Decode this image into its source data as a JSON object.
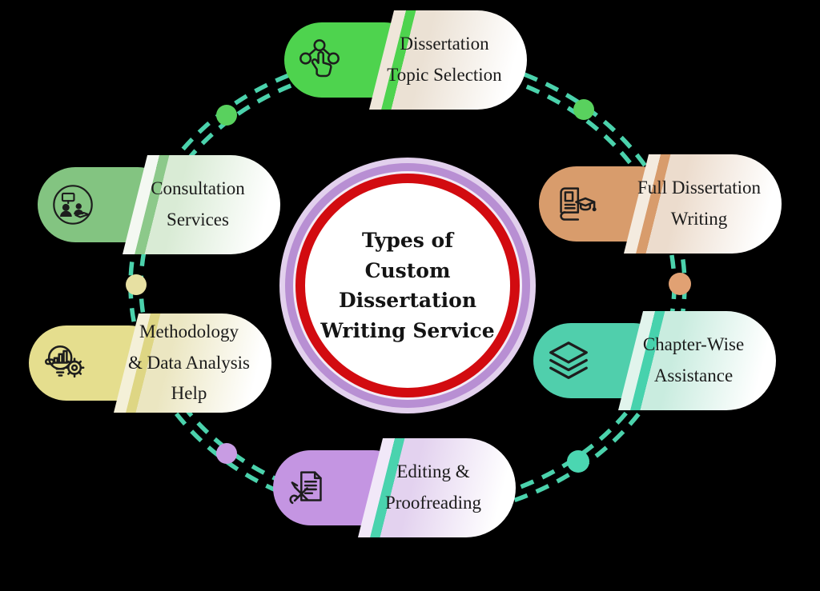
{
  "background_color": "#000000",
  "center": {
    "title_lines": [
      "Types of",
      "Custom",
      "Dissertation",
      "Writing Service"
    ],
    "rings": {
      "outer": "#e2d0ed",
      "purple": "#b88fd3",
      "gap": "#f3ebf6",
      "red": "#d20b10",
      "inner_bg": "#ffffff"
    }
  },
  "ring": {
    "dash_color": "#4bd2ac",
    "dots": [
      {
        "name": "top-left",
        "color": "#59d15e"
      },
      {
        "name": "top-right",
        "color": "#59d15e"
      },
      {
        "name": "right",
        "color": "#e1a173"
      },
      {
        "name": "bottom-right",
        "color": "#4bd6b1"
      },
      {
        "name": "bottom-left",
        "color": "#c89ce3"
      },
      {
        "name": "left",
        "color": "#e7e0a2"
      }
    ]
  },
  "items": [
    {
      "id": "dissertation-topic-selection",
      "label_lines": [
        "Dissertation",
        "Topic Selection"
      ],
      "icon": "hand-network-select-icon",
      "color": "#4ed34e",
      "stripe": "#4ed34e",
      "band": "#efe6da",
      "tint": "#ebe1d4"
    },
    {
      "id": "full-dissertation-writing",
      "label_lines": [
        "Full Dissertation",
        "Writing"
      ],
      "icon": "book-graduation-icon",
      "color": "#d89c6c",
      "stripe": "#d89c6c",
      "band": "#f4ebdf",
      "tint": "#ecdccd"
    },
    {
      "id": "chapter-wise-assistance",
      "label_lines": [
        "Chapter-Wise",
        "Assistance"
      ],
      "icon": "layers-icon",
      "color": "#50cfac",
      "stripe": "#47d2ad",
      "band": "#e1f4ec",
      "tint": "#c9ecdf"
    },
    {
      "id": "editing-proofreading",
      "label_lines": [
        "Editing &",
        "Proofreading"
      ],
      "icon": "document-tools-icon",
      "color": "#c495e2",
      "stripe": "#4ad3ae",
      "band": "#f1e8f8",
      "tint": "#e3d2ef"
    },
    {
      "id": "methodology-data-analysis-help",
      "label_lines": [
        "Methodology",
        "& Data Analysis",
        "Help"
      ],
      "icon": "bulb-gear-chart-icon",
      "color": "#e5de8e",
      "stripe": "#ded684",
      "band": "#f4f0d8",
      "tint": "#ebe6c1"
    },
    {
      "id": "consultation-services",
      "label_lines": [
        "Consultation",
        "Services"
      ],
      "icon": "meeting-icon",
      "color": "#83c481",
      "stripe": "#8cc98a",
      "band": "#f4f8f2",
      "tint": "#d9ebd5"
    }
  ]
}
